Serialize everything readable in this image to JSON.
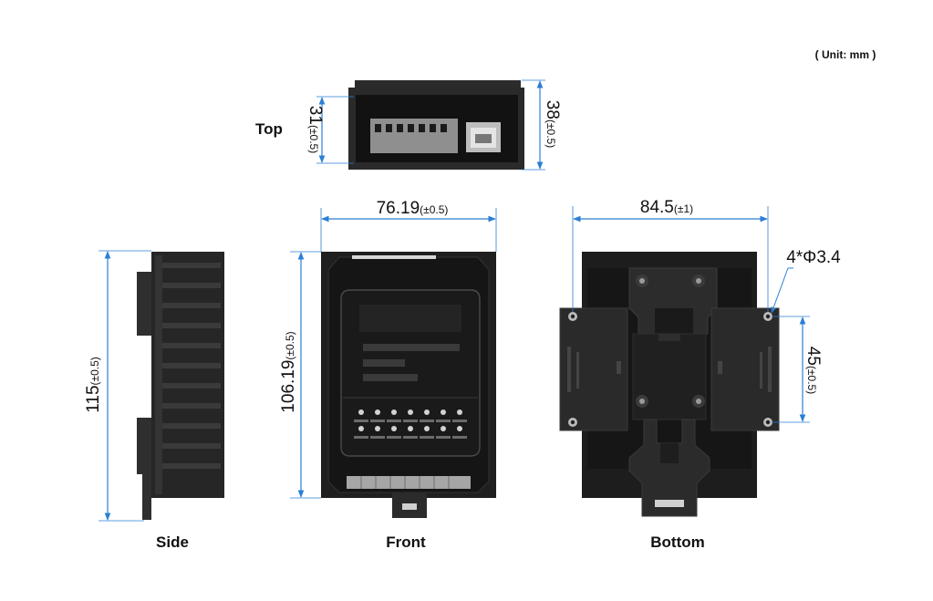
{
  "unit_note": "( Unit: mm )",
  "views": {
    "top": "Top",
    "side": "Side",
    "front": "Front",
    "bottom": "Bottom"
  },
  "dimensions": {
    "top_height_inner": {
      "value": "31",
      "tolerance": "(±0.5)"
    },
    "top_height_outer": {
      "value": "38",
      "tolerance": "(±0.5)"
    },
    "front_width": {
      "value": "76.19",
      "tolerance": "(±0.5)"
    },
    "front_height": {
      "value": "106.19",
      "tolerance": "(±0.5)"
    },
    "side_height": {
      "value": "115",
      "tolerance": "(±0.5)"
    },
    "bottom_width": {
      "value": "84.5",
      "tolerance": "(±1)"
    },
    "hole_spacing": {
      "value": "45",
      "tolerance": "(±0.5)"
    },
    "mount_holes": "4*Φ3.4"
  },
  "colors": {
    "dimension_line": "#2a7fd4",
    "body_dark": "#1c1c1c",
    "body_mid": "#2d2d2d",
    "accent_gray": "#9a9a9a"
  }
}
